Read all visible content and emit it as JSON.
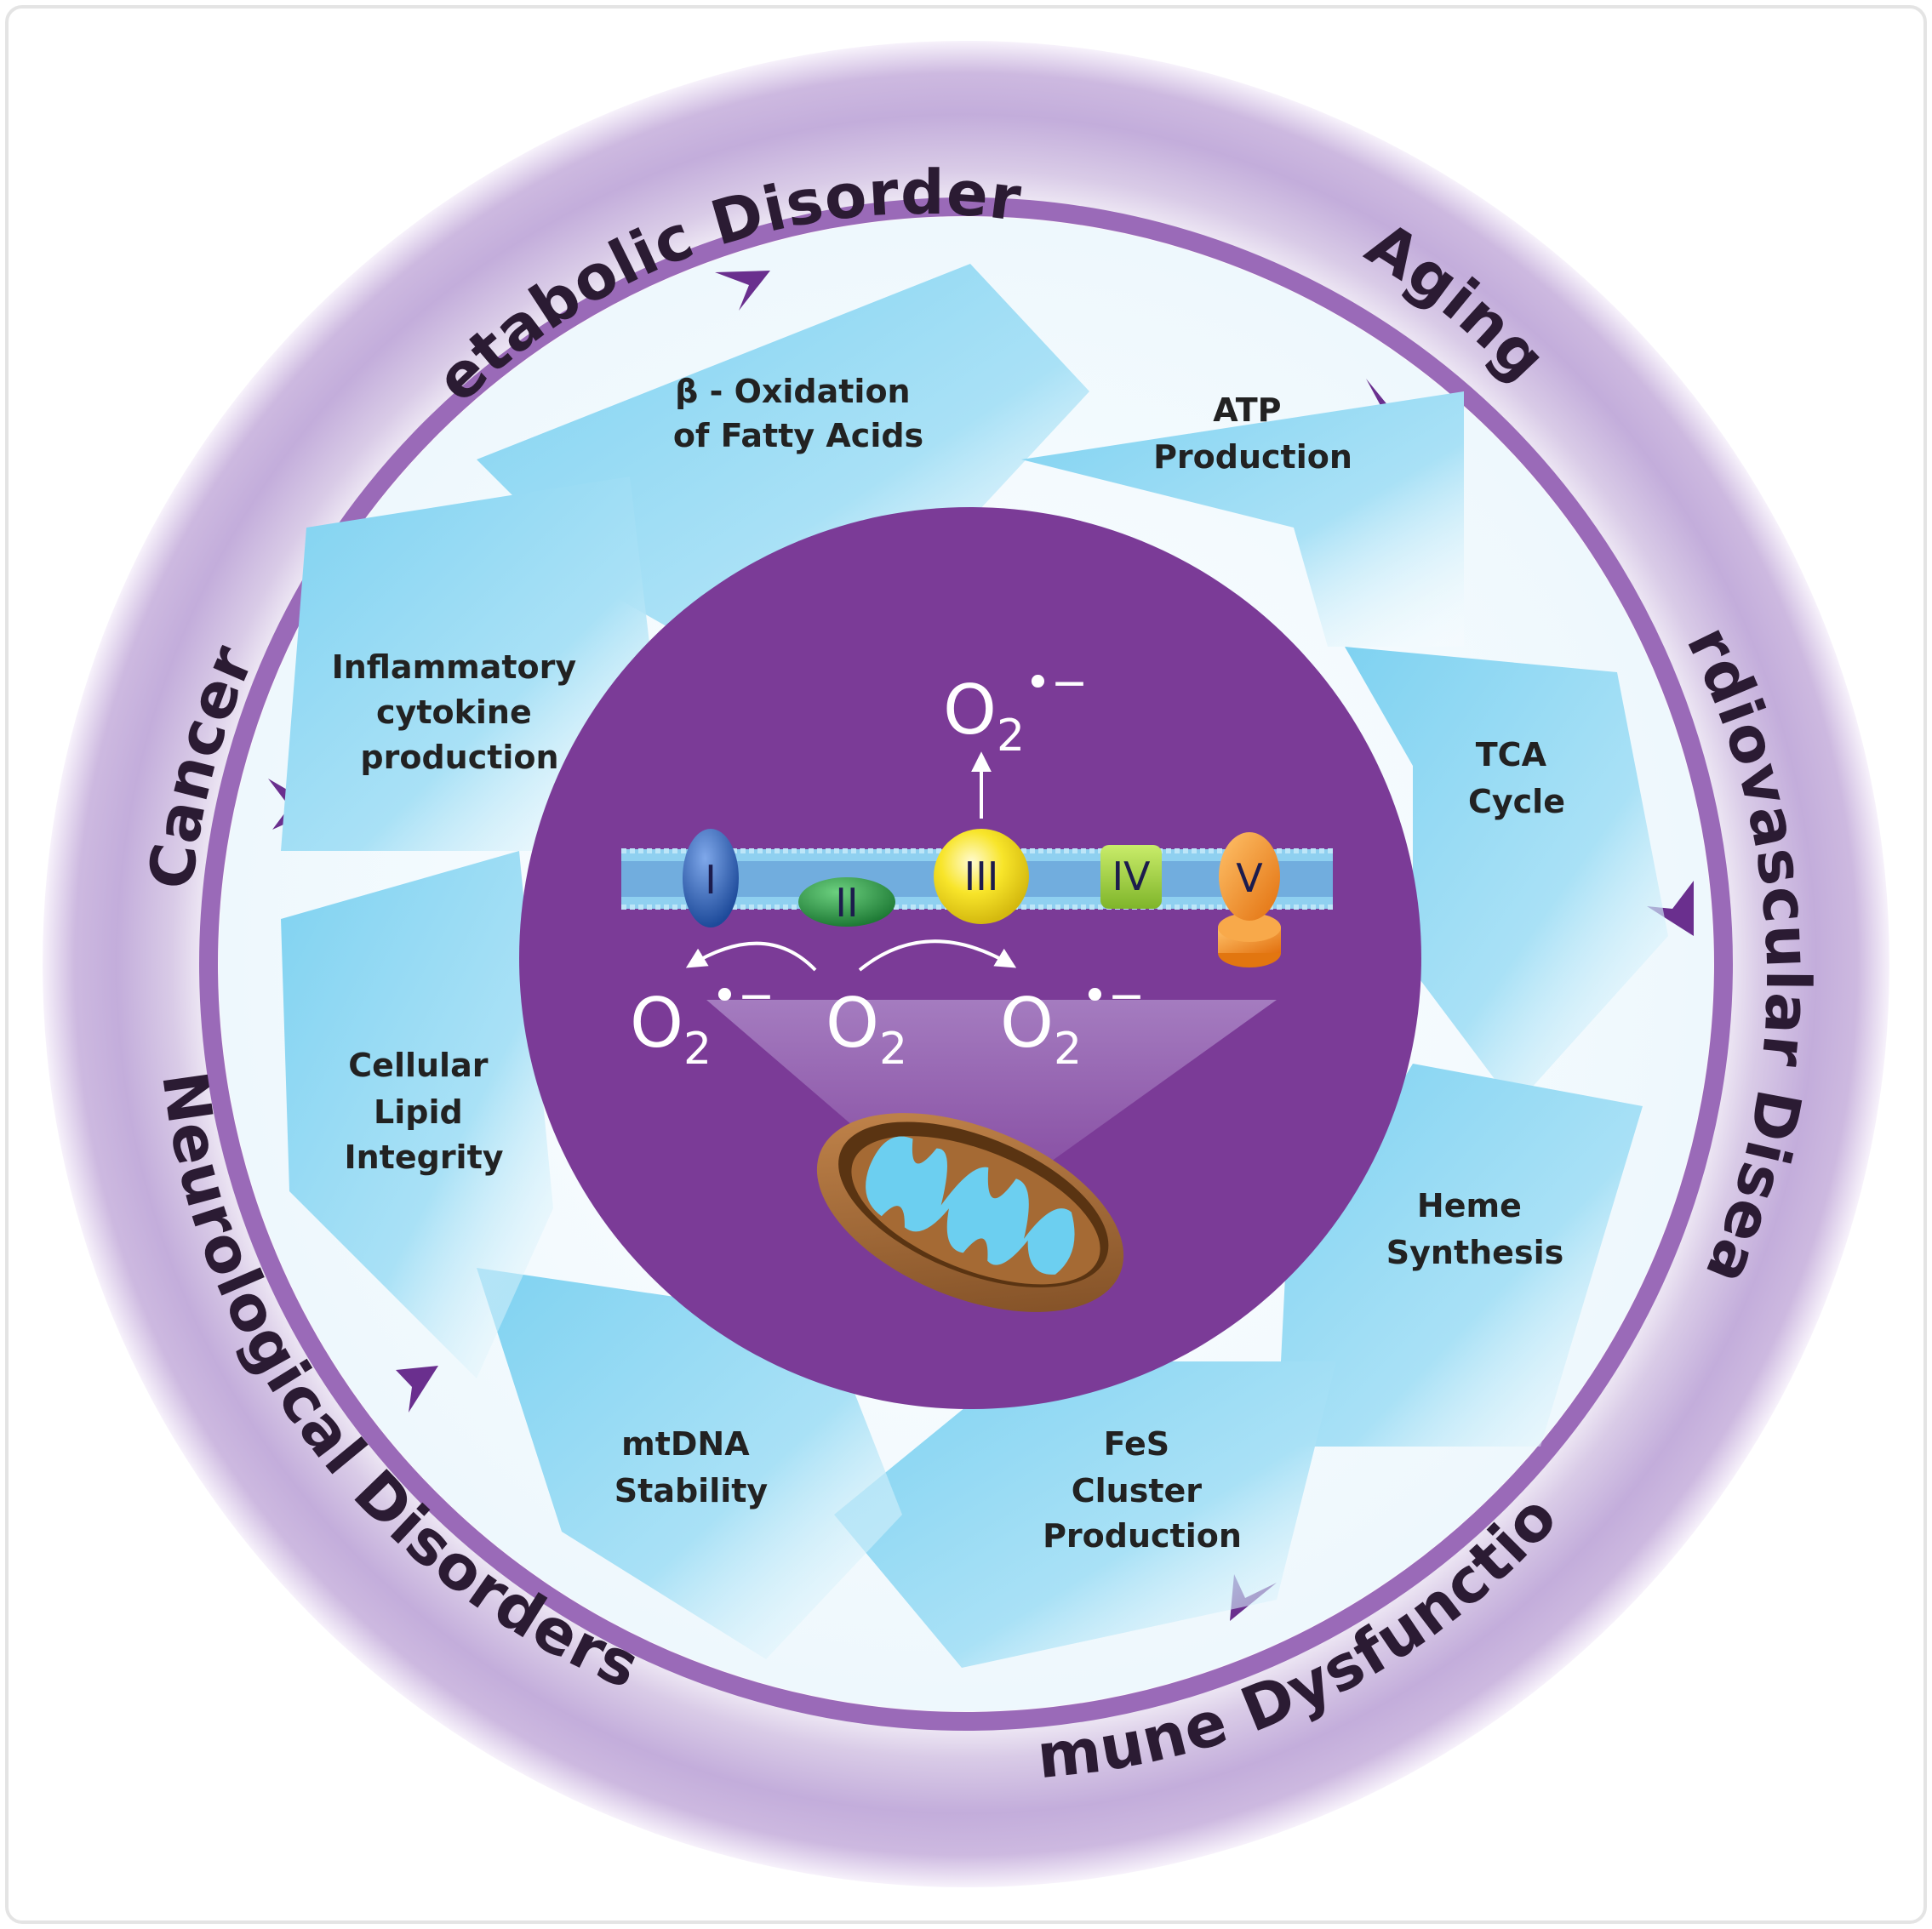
{
  "colors": {
    "ring_purple": "#8a4fa9",
    "ring_light": "#c7b5dc",
    "center_purple": "#7b3b97",
    "arrow_blue": "#7fd2f1",
    "complex_I": "#2d62b8",
    "complex_II": "#2f9a4a",
    "complex_III": "#f6e21f",
    "complex_IV": "#9ccc3a",
    "complex_V": "#f18a1e"
  },
  "diseases": {
    "metabolic": "Metabolic Disorders",
    "aging": "Aging",
    "cardiovascular": "Cardiovascular Disease",
    "immune": "Immune Dysfunction",
    "neurological": "Neurological Disorders",
    "cancer": "Cancer"
  },
  "processes": {
    "beta_oxidation": [
      "β - Oxidation",
      "of Fatty Acids"
    ],
    "atp": [
      "ATP",
      "Production"
    ],
    "tca": [
      "TCA",
      "Cycle"
    ],
    "heme": [
      "Heme",
      "Synthesis"
    ],
    "fes": [
      "FeS",
      "Cluster",
      "Production"
    ],
    "mtdna": [
      "mtDNA",
      "Stability"
    ],
    "lipid": [
      "Cellular",
      "Lipid",
      "Integrity"
    ],
    "cytokine": [
      "Inflammatory",
      "cytokine",
      "production"
    ]
  },
  "center": {
    "complexes": [
      "I",
      "II",
      "III",
      "IV",
      "V"
    ],
    "o2_base": "O",
    "o2_sub": "2",
    "radical_sup": "•−"
  }
}
